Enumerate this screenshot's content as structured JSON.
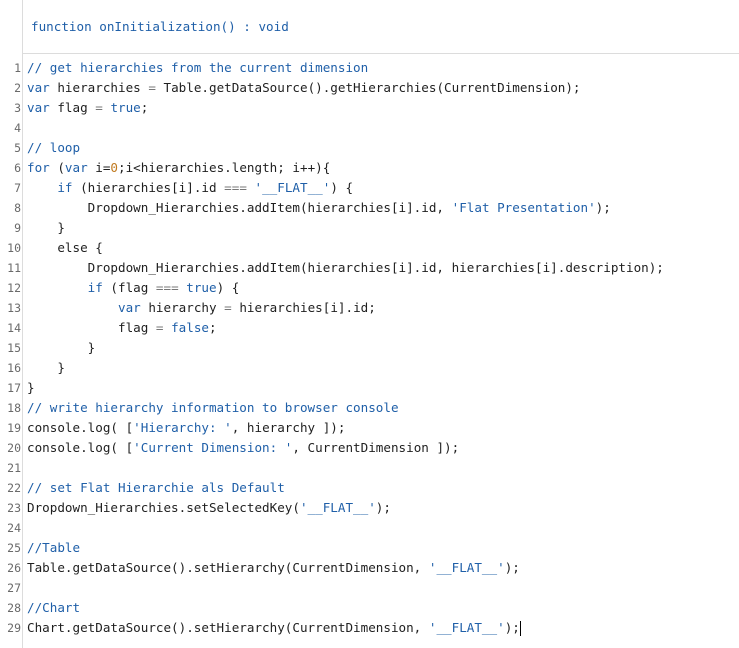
{
  "signature": "function onInitialization() : void",
  "lines": [
    {
      "n": "1",
      "tokens": [
        [
          "cm",
          "// get hierarchies from the current dimension"
        ]
      ]
    },
    {
      "n": "2",
      "tokens": [
        [
          "kw",
          "var"
        ],
        [
          "t",
          " hierarchies "
        ],
        [
          "op",
          "="
        ],
        [
          "t",
          " Table.getDataSource().getHierarchies(CurrentDimension);"
        ]
      ]
    },
    {
      "n": "3",
      "tokens": [
        [
          "kw",
          "var"
        ],
        [
          "t",
          " flag "
        ],
        [
          "op",
          "="
        ],
        [
          "t",
          " "
        ],
        [
          "kw",
          "true"
        ],
        [
          "t",
          ";"
        ]
      ]
    },
    {
      "n": "4",
      "tokens": []
    },
    {
      "n": "5",
      "tokens": [
        [
          "cm",
          "// loop"
        ]
      ]
    },
    {
      "n": "6",
      "tokens": [
        [
          "kw",
          "for"
        ],
        [
          "t",
          " ("
        ],
        [
          "kw",
          "var"
        ],
        [
          "t",
          " i="
        ],
        [
          "num",
          "0"
        ],
        [
          "t",
          ";i<hierarchies.length; i++){"
        ]
      ]
    },
    {
      "n": "7",
      "tokens": [
        [
          "t",
          "    "
        ],
        [
          "kw",
          "if"
        ],
        [
          "t",
          " (hierarchies[i].id "
        ],
        [
          "op",
          "==="
        ],
        [
          "t",
          " "
        ],
        [
          "str",
          "'__FLAT__'"
        ],
        [
          "t",
          ") {"
        ]
      ]
    },
    {
      "n": "8",
      "tokens": [
        [
          "t",
          "        Dropdown_Hierarchies.addItem(hierarchies[i].id, "
        ],
        [
          "str",
          "'Flat Presentation'"
        ],
        [
          "t",
          ");"
        ]
      ]
    },
    {
      "n": "9",
      "tokens": [
        [
          "t",
          "    }"
        ]
      ]
    },
    {
      "n": "10",
      "tokens": [
        [
          "t",
          "    else {"
        ]
      ]
    },
    {
      "n": "11",
      "tokens": [
        [
          "t",
          "        Dropdown_Hierarchies.addItem(hierarchies[i].id, hierarchies[i].description);"
        ]
      ]
    },
    {
      "n": "12",
      "tokens": [
        [
          "t",
          "        "
        ],
        [
          "kw",
          "if"
        ],
        [
          "t",
          " (flag "
        ],
        [
          "op",
          "==="
        ],
        [
          "t",
          " "
        ],
        [
          "kw",
          "true"
        ],
        [
          "t",
          ") {"
        ]
      ]
    },
    {
      "n": "13",
      "tokens": [
        [
          "t",
          "            "
        ],
        [
          "kw",
          "var"
        ],
        [
          "t",
          " hierarchy "
        ],
        [
          "op",
          "="
        ],
        [
          "t",
          " hierarchies[i].id;"
        ]
      ]
    },
    {
      "n": "14",
      "tokens": [
        [
          "t",
          "            flag "
        ],
        [
          "op",
          "="
        ],
        [
          "t",
          " "
        ],
        [
          "kw",
          "false"
        ],
        [
          "t",
          ";"
        ]
      ]
    },
    {
      "n": "15",
      "tokens": [
        [
          "t",
          "        }"
        ]
      ]
    },
    {
      "n": "16",
      "tokens": [
        [
          "t",
          "    }"
        ]
      ]
    },
    {
      "n": "17",
      "tokens": [
        [
          "t",
          "}"
        ]
      ]
    },
    {
      "n": "18",
      "tokens": [
        [
          "cm",
          "// write hierarchy information to browser console"
        ]
      ]
    },
    {
      "n": "19",
      "tokens": [
        [
          "t",
          "console.log( ["
        ],
        [
          "str",
          "'Hierarchy: '"
        ],
        [
          "t",
          ", hierarchy ]);"
        ]
      ]
    },
    {
      "n": "20",
      "tokens": [
        [
          "t",
          "console.log( ["
        ],
        [
          "str",
          "'Current Dimension: '"
        ],
        [
          "t",
          ", CurrentDimension ]);"
        ]
      ]
    },
    {
      "n": "21",
      "tokens": []
    },
    {
      "n": "22",
      "tokens": [
        [
          "cm",
          "// set Flat Hierarchie als Default"
        ]
      ]
    },
    {
      "n": "23",
      "tokens": [
        [
          "t",
          "Dropdown_Hierarchies.setSelectedKey("
        ],
        [
          "str",
          "'__FLAT__'"
        ],
        [
          "t",
          ");"
        ]
      ]
    },
    {
      "n": "24",
      "tokens": []
    },
    {
      "n": "25",
      "tokens": [
        [
          "cm",
          "//Table"
        ]
      ]
    },
    {
      "n": "26",
      "tokens": [
        [
          "t",
          "Table.getDataSource().setHierarchy(CurrentDimension, "
        ],
        [
          "str",
          "'__FLAT__'"
        ],
        [
          "t",
          ");"
        ]
      ]
    },
    {
      "n": "27",
      "tokens": []
    },
    {
      "n": "28",
      "tokens": [
        [
          "cm",
          "//Chart"
        ]
      ]
    },
    {
      "n": "29",
      "tokens": [
        [
          "t",
          "Chart.getDataSource().setHierarchy(CurrentDimension, "
        ],
        [
          "str",
          "'__FLAT__'"
        ],
        [
          "t",
          ");"
        ]
      ]
    }
  ],
  "cursor_line": "29",
  "colors": {
    "keyword": "#1f5fa8",
    "comment": "#1f5fa8",
    "string": "#1f5fa8",
    "number": "#c07a20",
    "text": "#1f1f1f",
    "gutter_text": "#6a6a6a"
  }
}
